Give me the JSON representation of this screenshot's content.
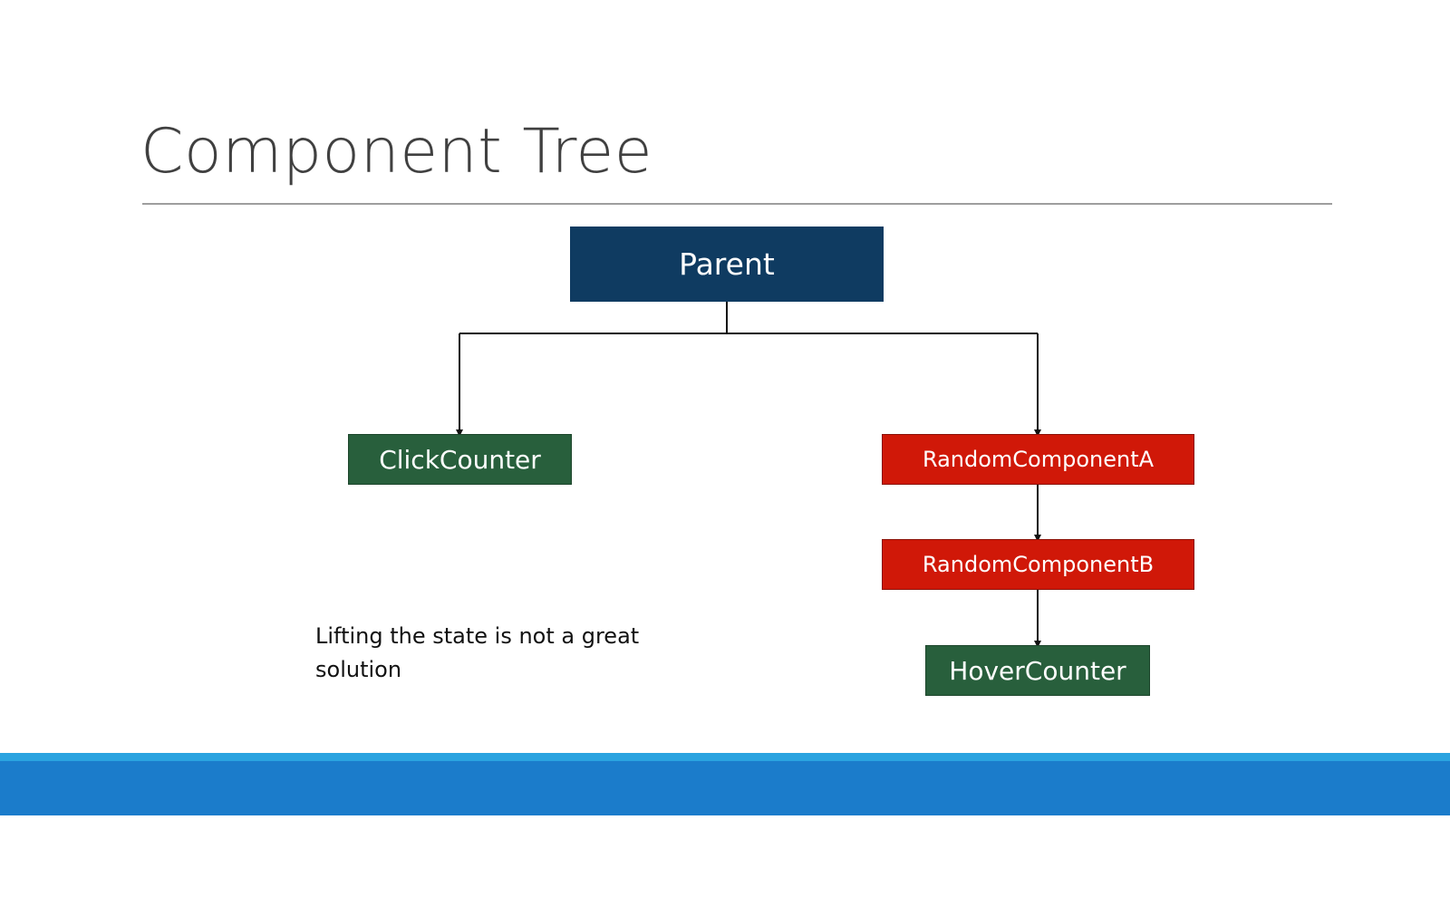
{
  "slide": {
    "title": "Component Tree",
    "note": "Lifting the state is not a great solution"
  },
  "nodes": {
    "parent": "Parent",
    "click_counter": "ClickCounter",
    "random_component_a": "RandomComponentA",
    "random_component_b": "RandomComponentB",
    "hover_counter": "HoverCounter"
  },
  "colors": {
    "parent": "#0f3b61",
    "green_node": "#285f3c",
    "red_node": "#d01808",
    "footer_accent": "#2aa3e0",
    "footer_bar": "#1b7ccb"
  }
}
